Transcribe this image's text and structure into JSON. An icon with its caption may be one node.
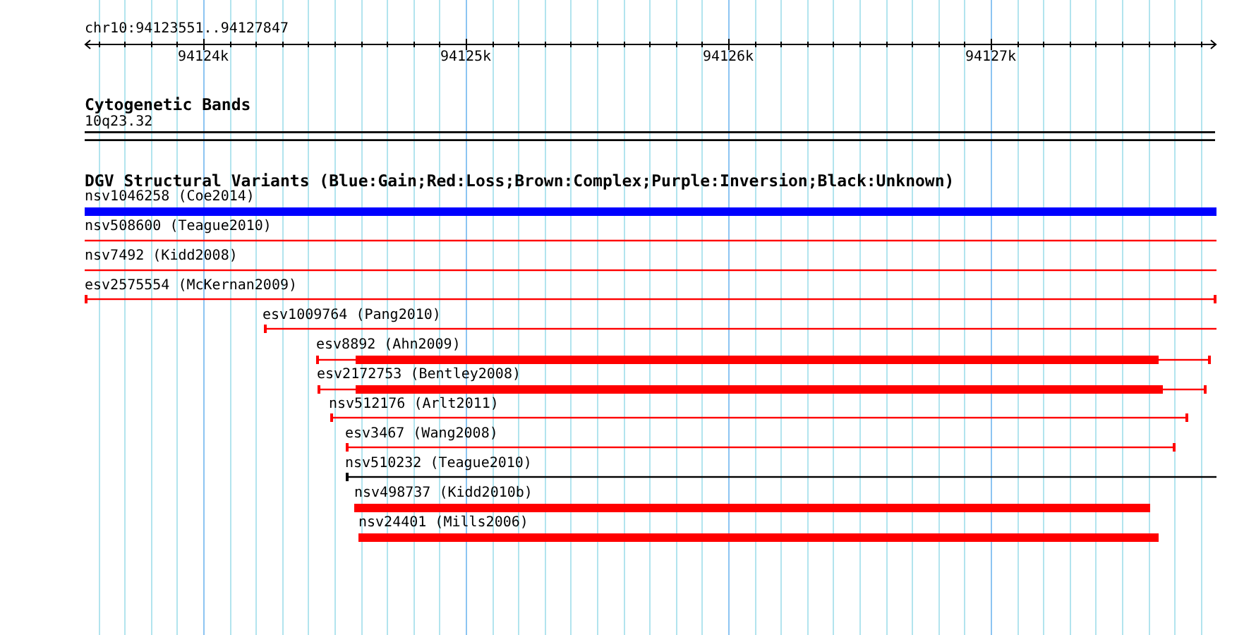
{
  "diagram": {
    "title": "chr10:94123551..94127847",
    "nodes": [
      {
        "text": [],
        "shape": "band",
        "beside": [
          "10q23.32"
        ]
      },
      {
        "text": [],
        "shape": "bar",
        "beside": [
          "nsv1046258 (Coe2014)"
        ]
      },
      {
        "text": [],
        "shape": "bar",
        "beside": [
          "nsv508600 (Teague2010)"
        ]
      },
      {
        "text": [],
        "shape": "bar",
        "beside": [
          "nsv7492 (Kidd2008)"
        ]
      },
      {
        "text": [],
        "shape": "bar",
        "beside": [
          "esv2575554 (McKernan2009)"
        ]
      },
      {
        "text": [],
        "shape": "bar",
        "beside": [
          "esv1009764 (Pang2010)"
        ]
      },
      {
        "text": [],
        "shape": "bar",
        "beside": [
          "esv8892 (Ahn2009)"
        ]
      },
      {
        "text": [],
        "shape": "bar",
        "beside": [
          "esv2172753 (Bentley2008)"
        ]
      },
      {
        "text": [],
        "shape": "bar",
        "beside": [
          "nsv512176 (Arlt2011)"
        ]
      },
      {
        "text": [],
        "shape": "bar",
        "beside": [
          "esv3467 (Wang2008)"
        ]
      },
      {
        "text": [],
        "shape": "bar",
        "beside": [
          "nsv510232 (Teague2010)"
        ]
      },
      {
        "text": [],
        "shape": "bar",
        "beside": [
          "nsv498737 (Kidd2010b)"
        ]
      },
      {
        "text": [],
        "shape": "bar",
        "beside": [
          "nsv24401 (Mills2006)"
        ]
      }
    ],
    "labels": [
      "94124k",
      "94125k",
      "94126k",
      "94127k",
      "Cytogenetic Bands",
      "DGV Structural Variants (Blue:Gain;Red:Loss;Brown:Complex;Purple:Inversion;Black:Unknown)"
    ]
  }
}
